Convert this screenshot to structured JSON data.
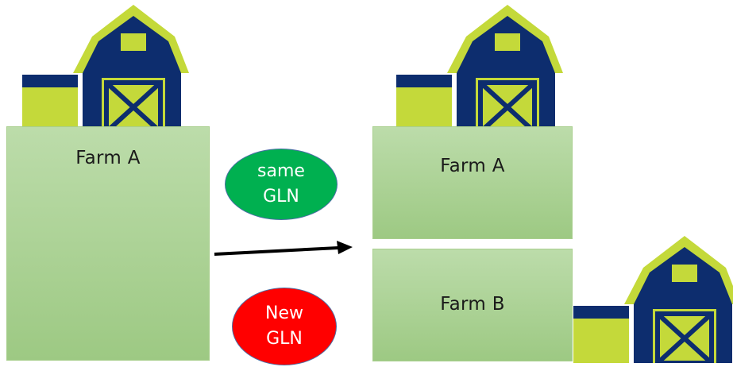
{
  "before": {
    "farm_a_label": "Farm A"
  },
  "after": {
    "farm_a_label": "Farm A",
    "farm_b_label": "Farm B"
  },
  "badges": {
    "same": {
      "line1": "same",
      "line2": "GLN",
      "color": "#00b050"
    },
    "new": {
      "line1": "New",
      "line2": "GLN",
      "color": "#ff0000"
    }
  },
  "colors": {
    "barn_body": "#0d2d6e",
    "barn_roof_trim": "#c4d93a",
    "farm_box_top": "#bcdcaa",
    "farm_box_bottom": "#9dc983"
  },
  "icons": [
    "barn-icon",
    "arrow-right-icon"
  ]
}
